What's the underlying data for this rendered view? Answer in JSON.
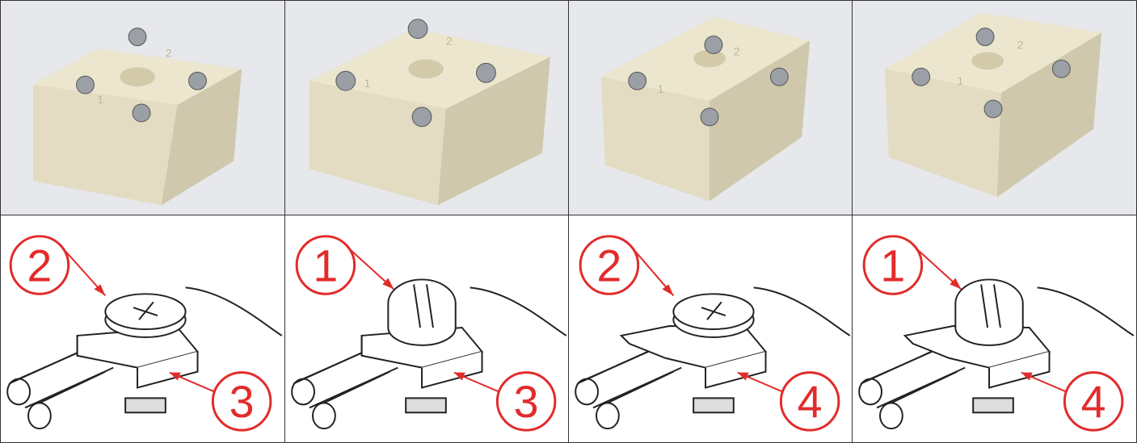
{
  "colors": {
    "background_photo": "#e6e8eb",
    "ceramic": "#ece6cf",
    "ceramic_shade": "#d6cfb4",
    "ceramic_dark": "#bfb79c",
    "metal": "#9aa0a6",
    "callout": "#e22b2b",
    "line": "#222222"
  },
  "panels": [
    {
      "photo_labels": [
        "1",
        "2"
      ],
      "callouts": [
        {
          "number": "2"
        },
        {
          "number": "3"
        }
      ],
      "screw_icon": "phillips-screw-icon",
      "clamp_icon": "u-clamp-icon"
    },
    {
      "photo_labels": [
        "1",
        "2"
      ],
      "callouts": [
        {
          "number": "1"
        },
        {
          "number": "3"
        }
      ],
      "screw_icon": "slotted-screw-icon",
      "clamp_icon": "u-clamp-icon"
    },
    {
      "photo_labels": [
        "1",
        "2"
      ],
      "callouts": [
        {
          "number": "2"
        },
        {
          "number": "4"
        }
      ],
      "screw_icon": "phillips-screw-icon",
      "clamp_icon": "winged-clamp-icon"
    },
    {
      "photo_labels": [
        "1",
        "2"
      ],
      "callouts": [
        {
          "number": "1"
        },
        {
          "number": "4"
        }
      ],
      "screw_icon": "slotted-screw-icon",
      "clamp_icon": "winged-clamp-icon"
    }
  ]
}
